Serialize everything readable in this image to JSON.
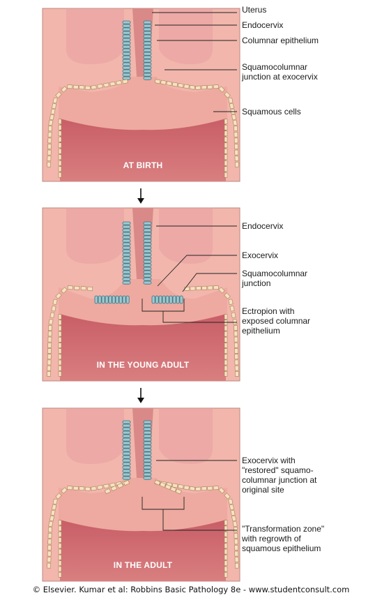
{
  "panels": [
    {
      "caption": "AT BIRTH",
      "labels": [
        [
          "Uterus"
        ],
        [
          "Endocervix"
        ],
        [
          "Columnar epithelium"
        ],
        [
          "Squamocolumnar",
          "junction at exocervix"
        ],
        [
          "Squamous cells"
        ]
      ]
    },
    {
      "caption": "IN THE YOUNG ADULT",
      "labels": [
        [
          "Endocervix"
        ],
        [
          "Exocervix"
        ],
        [
          "Squamocolumnar",
          "junction"
        ],
        [
          "Ectropion with",
          "exposed columnar",
          "epithelium"
        ]
      ]
    },
    {
      "caption": "IN THE ADULT",
      "labels": [
        [
          "Exocervix with",
          "\"restored\" squamo-",
          "columnar junction at",
          "original site"
        ],
        [
          "\"Transformation zone\"",
          "with regrowth of",
          "squamous epithelium"
        ]
      ]
    }
  ],
  "credit": "© Elsevier. Kumar et al: Robbins Basic Pathology 8e - www.studentconsult.com",
  "colors": {
    "panel_bg": "#f2b6ac",
    "lumen": "#cf6f74",
    "cervix_tissue": "#e99e96",
    "columnar_cells": "#9cc9d1",
    "squamous_cells": "#f6e3c0",
    "caption_text": "#ffffff"
  }
}
